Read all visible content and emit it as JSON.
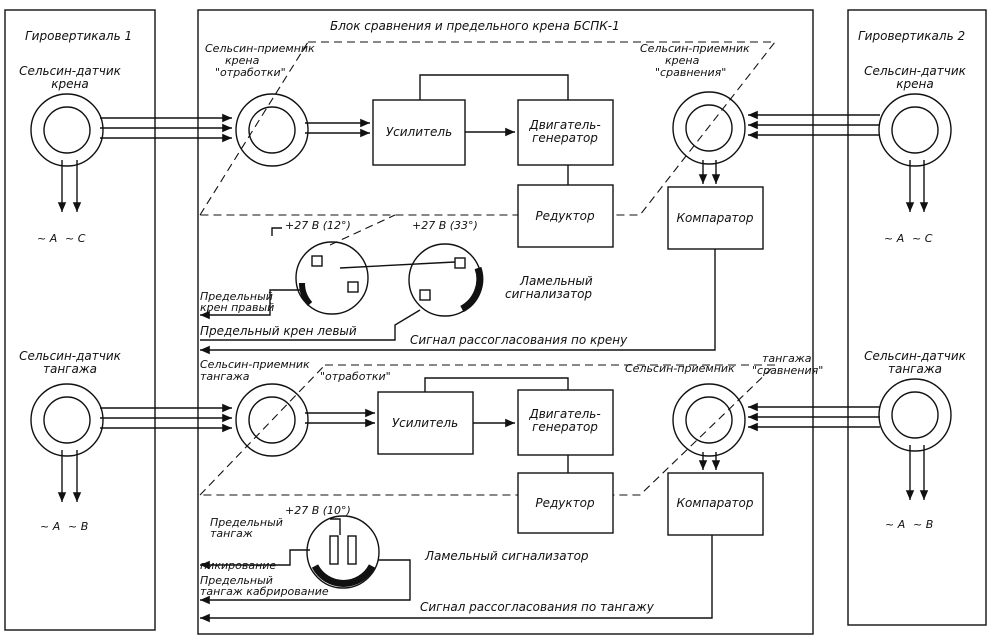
{
  "gyro1": {
    "title": "Гировертикаль 1",
    "roll_sensor": [
      "Сельсин-датчик",
      "крена"
    ],
    "pitch_sensor": [
      "Сельсин-датчик",
      "тангажа"
    ],
    "roll_out_a": "~ A",
    "roll_out_b": "~ C",
    "pitch_out_a": "~ A",
    "pitch_out_b": "~ B"
  },
  "gyro2": {
    "title": "Гировертикаль 2",
    "roll_sensor": [
      "Сельсин-датчик",
      "крена"
    ],
    "pitch_sensor": [
      "Сельсин-датчик",
      "тангажа"
    ],
    "roll_out_a": "~ A",
    "roll_out_b": "~ C",
    "pitch_out_a": "~ A",
    "pitch_out_b": "~ B"
  },
  "unit": {
    "title": "Блок сравнения и предельного крена БСПК-1"
  },
  "roll": {
    "receiver_work": [
      "Сельсин-приемник",
      "крена",
      "\"отработки\""
    ],
    "receiver_compare": [
      "Сельсин-приемник",
      "крена",
      "\"сравнения\""
    ],
    "amplifier": "Усилитель",
    "motor": [
      "Двигатель-",
      "генератор"
    ],
    "reducer": "Редуктор",
    "comparator": "Компаратор",
    "v1": "+27 В (12°)",
    "v2": "+27 В (33°)",
    "lamp": [
      "Ламельный",
      "сигнализатор"
    ],
    "limit_right": [
      "Предельный",
      "крен правый"
    ],
    "limit_left": "Предельный крен левый",
    "mismatch": "Сигнал рассогласования по крену"
  },
  "pitch": {
    "receiver_work": [
      "Сельсин-приемник",
      "тангажа",
      "\"отработки\""
    ],
    "receiver_compare": [
      "Сельсин-приемник",
      "тангажа",
      "\"сравнения\""
    ],
    "amplifier": "Усилитель",
    "motor": [
      "Двигатель-",
      "генератор"
    ],
    "reducer": "Редуктор",
    "comparator": "Компаратор",
    "v1": "+27 В (10°)",
    "lamp": "Ламельный сигнализатор",
    "limit_dive": [
      "Предельный",
      "тангаж",
      "пикирование"
    ],
    "limit_climb": [
      "Предельный",
      "тангаж кабрирование"
    ],
    "mismatch": "Сигнал рассогласования по тангажу"
  }
}
